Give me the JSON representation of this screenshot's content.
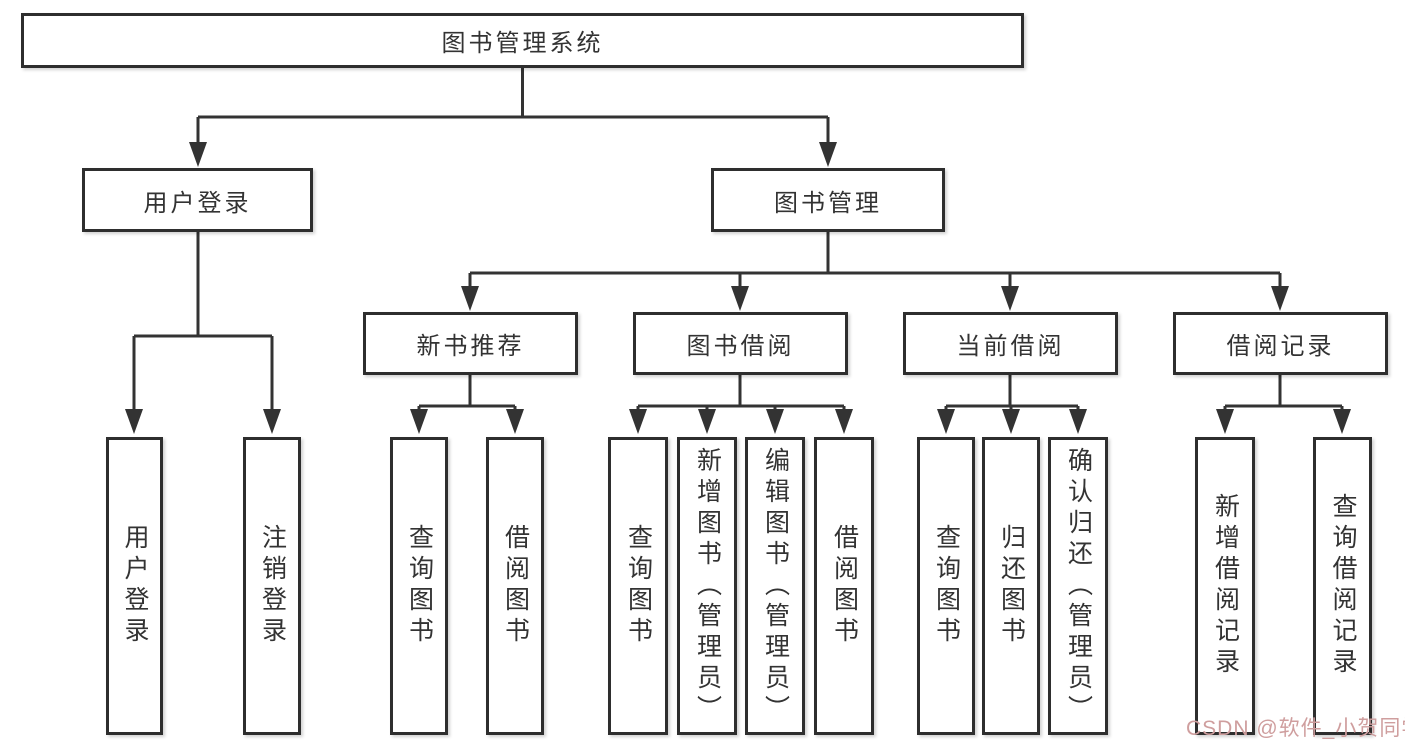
{
  "tree": {
    "root": {
      "label": "图书管理系统",
      "children": [
        {
          "label": "用户登录",
          "children": [
            {
              "label": "用户登录"
            },
            {
              "label": "注销登录"
            }
          ]
        },
        {
          "label": "图书管理",
          "children": [
            {
              "label": "新书推荐",
              "children": [
                {
                  "label": "查询图书"
                },
                {
                  "label": "借阅图书"
                }
              ]
            },
            {
              "label": "图书借阅",
              "children": [
                {
                  "label": "查询图书"
                },
                {
                  "label": "新增图书（管理员）"
                },
                {
                  "label": "编辑图书（管理员）"
                },
                {
                  "label": "借阅图书"
                }
              ]
            },
            {
              "label": "当前借阅",
              "children": [
                {
                  "label": "查询图书"
                },
                {
                  "label": "归还图书"
                },
                {
                  "label": "确认归还（管理员）"
                }
              ]
            },
            {
              "label": "借阅记录",
              "children": [
                {
                  "label": "新增借阅记录"
                },
                {
                  "label": "查询借阅记录"
                }
              ]
            }
          ]
        }
      ]
    }
  },
  "watermark": {
    "text": "CSDN @软件_小贺同学"
  },
  "colors": {
    "line": "#333333",
    "box_border": "#2e2e2e",
    "text": "#333333",
    "watermark": "#cf9e9e",
    "background": "#ffffff"
  }
}
